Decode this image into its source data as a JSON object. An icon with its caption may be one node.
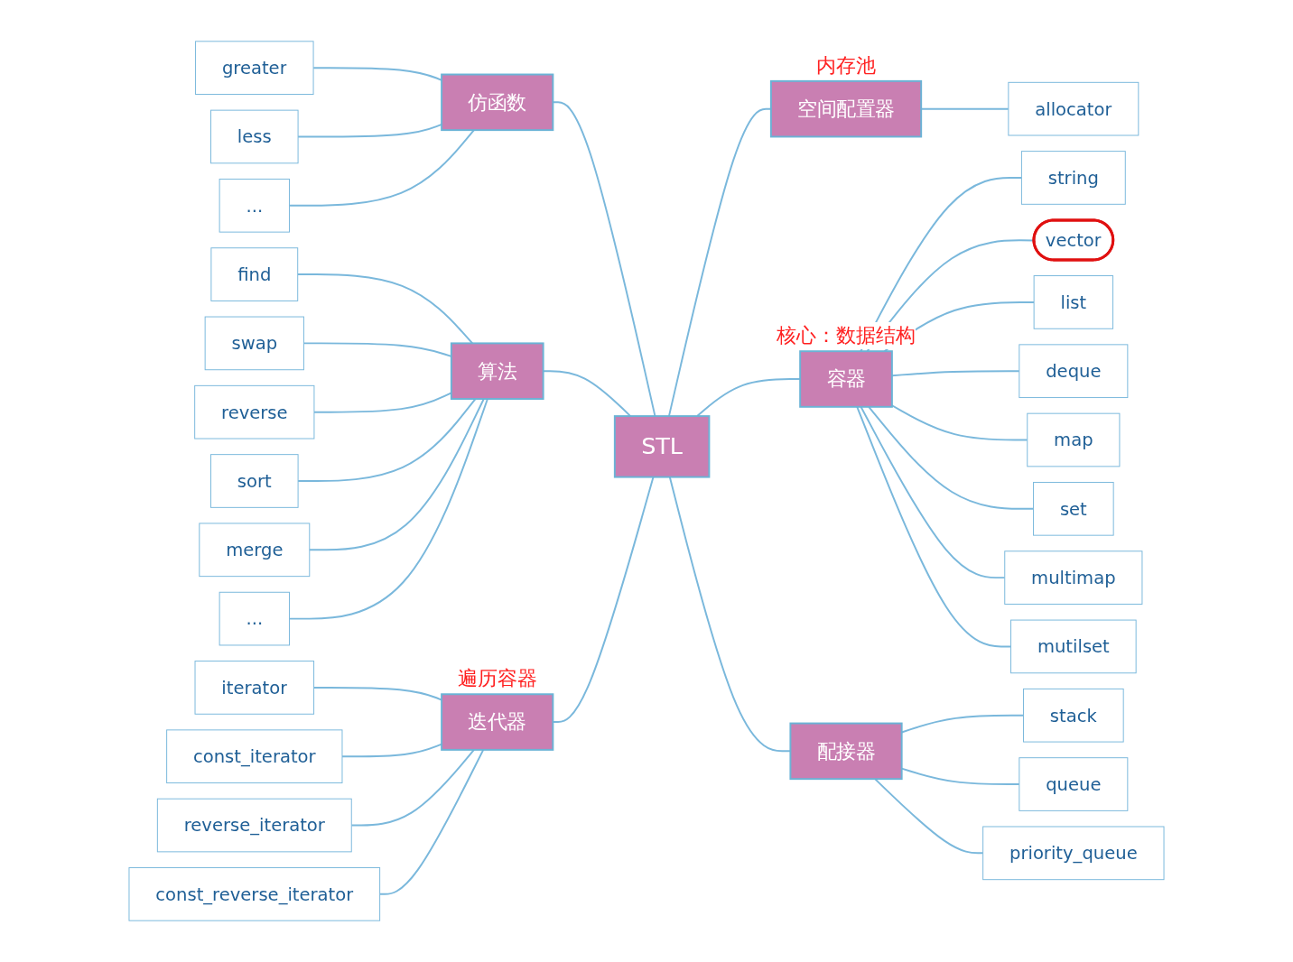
{
  "diagram": {
    "nodes": [
      {
        "text": [
          "STL"
        ]
      },
      {
        "text": [
          "仿函数"
        ]
      },
      {
        "text": [
          "greater"
        ]
      },
      {
        "text": [
          "less"
        ]
      },
      {
        "text": [
          "..."
        ]
      },
      {
        "text": [
          "空间配置器"
        ],
        "beside": [
          "内存池"
        ]
      },
      {
        "text": [
          "allocator"
        ]
      },
      {
        "text": [
          "算法"
        ]
      },
      {
        "text": [
          "find"
        ]
      },
      {
        "text": [
          "swap"
        ]
      },
      {
        "text": [
          "reverse"
        ]
      },
      {
        "text": [
          "sort"
        ]
      },
      {
        "text": [
          "merge"
        ]
      },
      {
        "text": [
          "..."
        ]
      },
      {
        "text": [
          "容器"
        ],
        "beside": [
          "核心：数据结构"
        ]
      },
      {
        "text": [
          "string"
        ]
      },
      {
        "text": [
          "vector"
        ]
      },
      {
        "text": [
          "list"
        ]
      },
      {
        "text": [
          "deque"
        ]
      },
      {
        "text": [
          "map"
        ]
      },
      {
        "text": [
          "set"
        ]
      },
      {
        "text": [
          "multimap"
        ]
      },
      {
        "text": [
          "mutilset"
        ]
      },
      {
        "text": [
          "迭代器"
        ],
        "beside": [
          "遍历容器"
        ]
      },
      {
        "text": [
          "iterator"
        ]
      },
      {
        "text": [
          "const_iterator"
        ]
      },
      {
        "text": [
          "reverse_iterator"
        ]
      },
      {
        "text": [
          "const_reverse_iterator"
        ]
      },
      {
        "text": [
          "配接器"
        ]
      },
      {
        "text": [
          "stack"
        ]
      },
      {
        "text": [
          "queue"
        ]
      },
      {
        "text": [
          "priority_queue"
        ]
      }
    ],
    "edges": [
      {
        "from": 2,
        "to": 1,
        "arrow": "none"
      },
      {
        "from": 3,
        "to": 1,
        "arrow": "none"
      },
      {
        "from": 4,
        "to": 1,
        "arrow": "none"
      },
      {
        "from": 1,
        "to": 0,
        "arrow": "none"
      },
      {
        "from": 0,
        "to": 5,
        "arrow": "none"
      },
      {
        "from": 5,
        "to": 6,
        "arrow": "none"
      },
      {
        "from": 8,
        "to": 7,
        "arrow": "none"
      },
      {
        "from": 9,
        "to": 7,
        "arrow": "none"
      },
      {
        "from": 10,
        "to": 7,
        "arrow": "none"
      },
      {
        "from": 11,
        "to": 7,
        "arrow": "none"
      },
      {
        "from": 12,
        "to": 7,
        "arrow": "none"
      },
      {
        "from": 13,
        "to": 7,
        "arrow": "none"
      },
      {
        "from": 7,
        "to": 0,
        "arrow": "none"
      },
      {
        "from": 0,
        "to": 14,
        "arrow": "none"
      },
      {
        "from": 14,
        "to": 15,
        "arrow": "none"
      },
      {
        "from": 14,
        "to": 16,
        "arrow": "none"
      },
      {
        "from": 14,
        "to": 17,
        "arrow": "none"
      },
      {
        "from": 14,
        "to": 18,
        "arrow": "none"
      },
      {
        "from": 14,
        "to": 19,
        "arrow": "none"
      },
      {
        "from": 14,
        "to": 20,
        "arrow": "none"
      },
      {
        "from": 14,
        "to": 21,
        "arrow": "none"
      },
      {
        "from": 14,
        "to": 22,
        "arrow": "none"
      },
      {
        "from": 24,
        "to": 23,
        "arrow": "none"
      },
      {
        "from": 25,
        "to": 23,
        "arrow": "none"
      },
      {
        "from": 26,
        "to": 23,
        "arrow": "none"
      },
      {
        "from": 27,
        "to": 23,
        "arrow": "none"
      },
      {
        "from": 23,
        "to": 0,
        "arrow": "none"
      },
      {
        "from": 0,
        "to": 28,
        "arrow": "none"
      },
      {
        "from": 28,
        "to": 29,
        "arrow": "none"
      },
      {
        "from": 28,
        "to": 30,
        "arrow": "none"
      },
      {
        "from": 28,
        "to": 31,
        "arrow": "none"
      }
    ]
  }
}
